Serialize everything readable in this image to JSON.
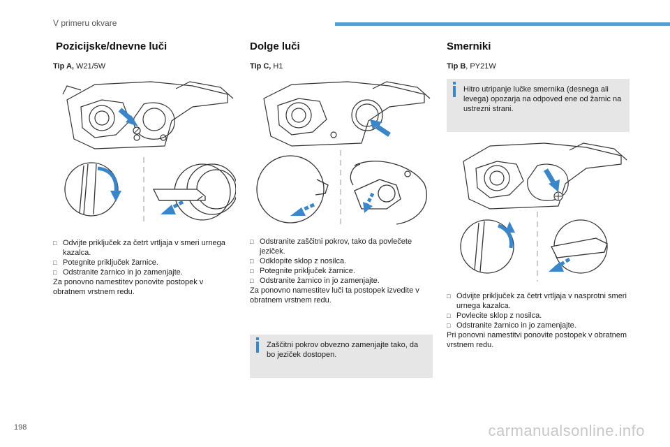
{
  "header": {
    "title": "V primeru okvare"
  },
  "col1": {
    "title": "Pozicijske/dnevne luči",
    "bulb_type": "Tip A,",
    "bulb_code": " W21/5W",
    "steps": [
      "Odvijte priključek za četrt vrtljaja v smeri urnega kazalca.",
      "Potegnite priključek žarnice.",
      "Odstranite žarnico in jo zamenjajte."
    ],
    "note": "Za ponovno namestitev ponovite postopek v obratnem vrstnem redu."
  },
  "col2": {
    "title": "Dolge luči",
    "bulb_type": "Tip C,",
    "bulb_code": " H1",
    "steps": [
      "Odstranite zaščitni pokrov, tako da povlečete jeziček.",
      "Odklopite sklop z nosilca.",
      "Potegnite priključek žarnice.",
      "Odstranite žarnico in jo zamenjajte."
    ],
    "note": "Za ponovno namestitev luči ta postopek izvedite v obratnem vrstnem redu.",
    "info": "Zaščitni pokrov obvezno zamenjajte tako, da bo jeziček dostopen."
  },
  "col3": {
    "title": "Smerniki",
    "bulb_type": "Tip B",
    "bulb_code": ", PY21W",
    "info": "Hitro utripanje lučke smernika (desnega ali levega) opozarja na odpoved ene od žarnic na ustrezni strani.",
    "steps": [
      "Odvijte priključek za četrt vrtljaja v nasprotni smeri urnega kazalca.",
      "Povlecite sklop z nosilca.",
      "Odstranite žarnico in jo zamenjajte."
    ],
    "note": "Pri ponovni namestitvi ponovite postopek v obratnem vrstnem redu."
  },
  "page_number": "198",
  "watermark": "carmanualsonline.info",
  "colors": {
    "accent_bar": "#5a9ec9",
    "arrow": "#3a86c8",
    "info_bg": "#e6e6e6"
  }
}
